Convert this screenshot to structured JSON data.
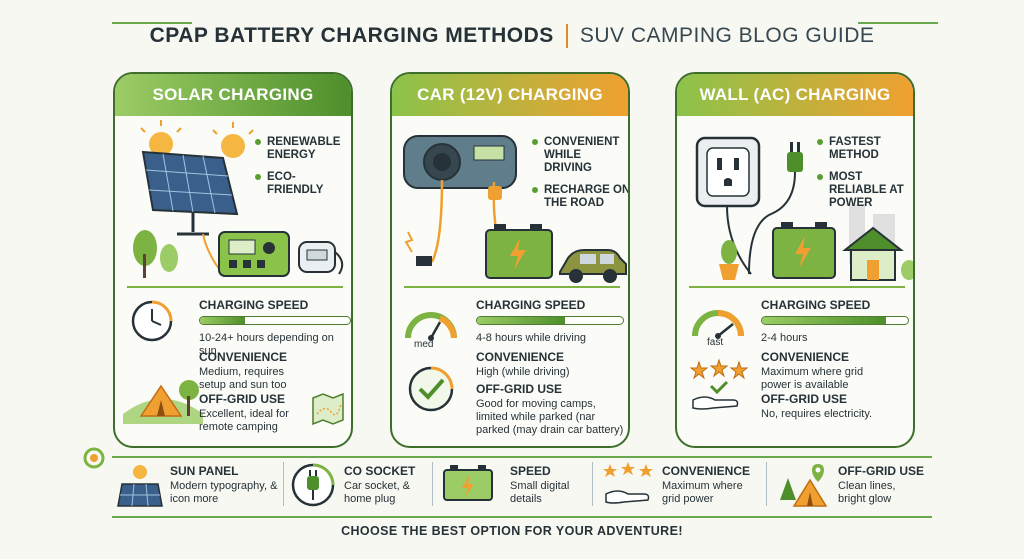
{
  "header": {
    "title": "CPAP BATTERY CHARGING METHODS",
    "subtitle": "SUV CAMPING BLOG GUIDE"
  },
  "cards": [
    {
      "title": "SOLAR CHARGING",
      "bullets": [
        "RENEWABLE ENERGY",
        "ECO-FRIENDLY"
      ],
      "speed_label": "CHARGING SPEED",
      "speed_text": "10-24+ hours depending on sun",
      "speed_fill": 0.3,
      "convenience_label": "CONVENIENCE",
      "convenience_text": "Medium, requires setup and sun too",
      "offgrid_label": "OFF-GRID USE",
      "offgrid_text": "Excellent, ideal for remote camping"
    },
    {
      "title": "CAR (12V) CHARGING",
      "bullets": [
        "CONVENIENT WHILE DRIVING",
        "RECHARGE ON THE ROAD"
      ],
      "speed_label": "CHARGING SPEED",
      "gauge_label": "med",
      "speed_text": "4-8 hours while driving",
      "speed_fill": 0.6,
      "convenience_label": "CONVENIENCE",
      "convenience_text": "High (while driving)",
      "offgrid_label": "OFF-GRID USE",
      "offgrid_text": "Good for moving camps, limited while parked (nar parked (may drain car battery)"
    },
    {
      "title": "WALL (AC) CHARGING",
      "bullets": [
        "FASTEST METHOD",
        "MOST RELIABLE AT POWER"
      ],
      "speed_label": "CHARGING SPEED",
      "gauge_label": "fast",
      "speed_text": "2-4 hours",
      "speed_fill": 0.85,
      "convenience_label": "CONVENIENCE",
      "convenience_text": "Maximum where grid power is available",
      "offgrid_label": "OFF-GRID USE",
      "offgrid_text": "No, requires electricity."
    }
  ],
  "features": [
    {
      "title": "SUN PANEL",
      "desc": "Modern typography, & icon more"
    },
    {
      "title": "CO SOCKET",
      "desc": "Car socket, & home plug"
    },
    {
      "title": "SPEED",
      "desc": "Small digital details"
    },
    {
      "title": "CONVENIENCE",
      "desc": "Maximum where grid power"
    },
    {
      "title": "OFF-GRID USE",
      "desc": "Clean lines, bright glow"
    }
  ],
  "cta": "CHOOSE THE BEST OPTION FOR YOUR ADVENTURE!",
  "colors": {
    "green": "#4e8f2b",
    "orange": "#f0a030",
    "dark": "#263238"
  }
}
